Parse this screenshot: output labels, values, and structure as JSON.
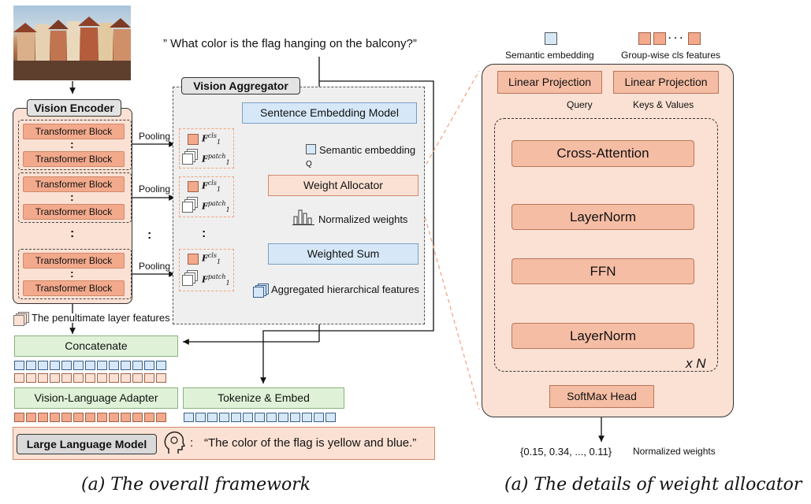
{
  "left": {
    "question": "”  What color is the flag hanging on the balcony?”",
    "vision_encoder": {
      "title": "Vision Encoder",
      "groups": [
        {
          "top": "Transformer Block",
          "dots": ":",
          "bottom": "Transformer Block"
        },
        {
          "top": "Transformer Block",
          "dots": ":",
          "bottom": "Transformer Block"
        },
        {
          "top": "Transformer Block",
          "dots": ":",
          "bottom": "Transformer Block"
        }
      ],
      "middle_dots": ":",
      "pooling": [
        "Pooling",
        "Pooling",
        "Pooling"
      ],
      "side_dots": ":"
    },
    "penultimate_label": "The penultimate layer features",
    "vision_aggregator": {
      "title": "Vision Aggregator",
      "sentence_model": "Sentence Embedding Model",
      "semantic_embedding": "Semantic embedding",
      "q_label": "Q",
      "weight_allocator": "Weight Allocator",
      "normalized_weights": "Normalized weights",
      "weighted_sum": "Weighted Sum",
      "aggregated": "Aggregated hierarchical features",
      "feat_cls_base": "F",
      "feat_cls_sup": "cls",
      "feat_sub": "1",
      "feat_patch_sup": "patch",
      "feat_dots": ":"
    },
    "concatenate": "Concatenate",
    "vl_adapter": "Vision-Language Adapter",
    "tokenize": "Tokenize & Embed",
    "llm": "Large Language Model",
    "llm_colon": ":",
    "answer": "“The color of the flag is yellow and blue.”",
    "caption": "(a) The overall framework"
  },
  "right": {
    "legend_semantic": "Semantic embedding",
    "legend_group": "Group-wise cls features",
    "legend_dots": "· · ·",
    "linear_proj_left": "Linear Projection",
    "linear_proj_right": "Linear Projection",
    "query": "Query",
    "keys_values": "Keys & Values",
    "cross_attention": "Cross-Attention",
    "layernorm1": "LayerNorm",
    "ffn": "FFN",
    "layernorm2": "LayerNorm",
    "xn": "x N",
    "softmax": "SoftMax Head",
    "output_values": "{0.15, 0.34, ..., 0.11}",
    "output_label": "Normalized weights",
    "caption": "(a) The details of weight allocator"
  },
  "colors": {
    "orange_fill": "#f2a98c",
    "light_orange": "#fbe1d3",
    "blue_fill": "#d6e8f7",
    "green_fill": "#dff2d8",
    "gray_fill": "#efefef",
    "orange_line": "#f0a27c",
    "blue_line": "#3a9ad9"
  }
}
